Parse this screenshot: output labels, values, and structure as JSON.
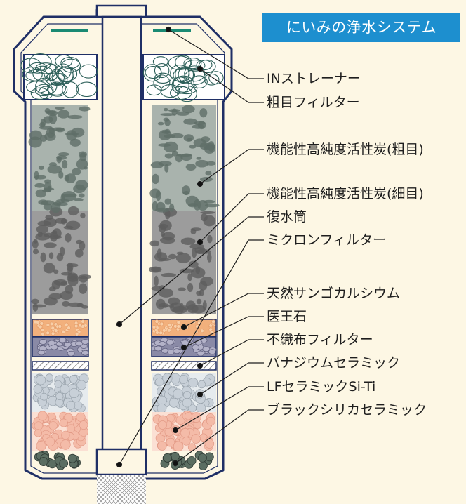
{
  "title": "にいみの浄水システム",
  "labels": [
    "INストレーナー",
    "粗目フィルター",
    "機能性高純度活性炭(粗目)",
    "機能性高純度活性炭(細目)",
    "復水筒",
    "ミクロンフィルター",
    "天然サンゴカルシウム",
    "医王石",
    "不織布フィルター",
    "バナジウムセラミック",
    "LFセラミックSi-Ti",
    "ブラックシリカセラミック"
  ],
  "colors": {
    "background": "#fdf7e4",
    "outline": "#1f2f66",
    "title_bg": "#1d8fcf",
    "strainer_mark": "#1a8a73",
    "coarse_filter": "#2c5f59",
    "carbon": "#8a8a8a",
    "coral_calcium": "#f2b07c",
    "iouseki": "#8a8aa6",
    "vanadium_ceramic": "#c8d0d8",
    "lf_ceramic": "#f4bba8",
    "black_silica": "#5b6e62"
  }
}
